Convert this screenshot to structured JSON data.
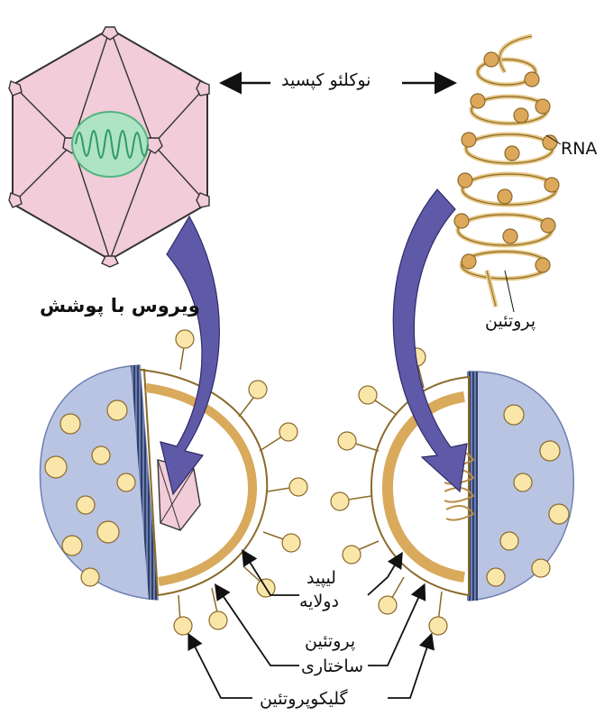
{
  "labels": {
    "nucleocapsid": "نوکلئو کپسید",
    "enveloped_virus": "ویروس با پوشش",
    "rna": "RNA",
    "protein": "پروتئین",
    "lipid": "لیپید",
    "bilayer": "دولایه",
    "structural_protein_line1": "پروتئین",
    "structural_protein_line2": "ساختاری",
    "glycoprotein": "گلیکوپروتئین"
  },
  "colors": {
    "capsid_fill": "#f2ccd8",
    "genome_green": "#4fb47e",
    "genome_fill": "#aee3c4",
    "envelope_blue": "#b9c4e3",
    "envelope_dark": "#7f8fbf",
    "membrane_tan": "#d9a95c",
    "spike_cream": "#fbe6aa",
    "spike_stroke": "#8a6a2a",
    "arrow_purple": "#5f5aa8"
  },
  "icons": [
    "arrow-left-icon",
    "arrow-right-icon",
    "arrow-up-icon"
  ]
}
